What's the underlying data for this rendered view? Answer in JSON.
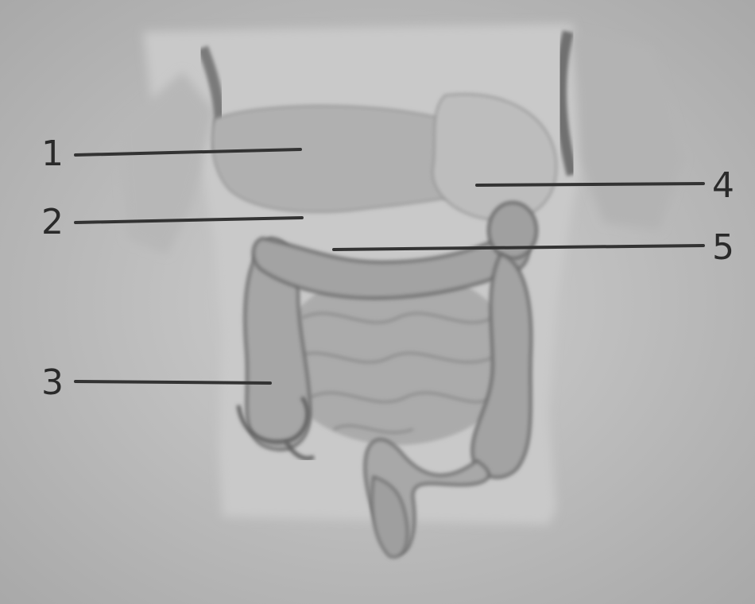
{
  "labels": {
    "l1": "1",
    "l2": "2",
    "l3": "3",
    "l4": "4",
    "l5": "5"
  },
  "colors": {
    "background": "#bdbdbd",
    "figure_light": "#d2d2d2",
    "figure_mid": "#a8a8a8",
    "figure_dark": "#6e6e6e",
    "ink": "#2a2a2a"
  }
}
